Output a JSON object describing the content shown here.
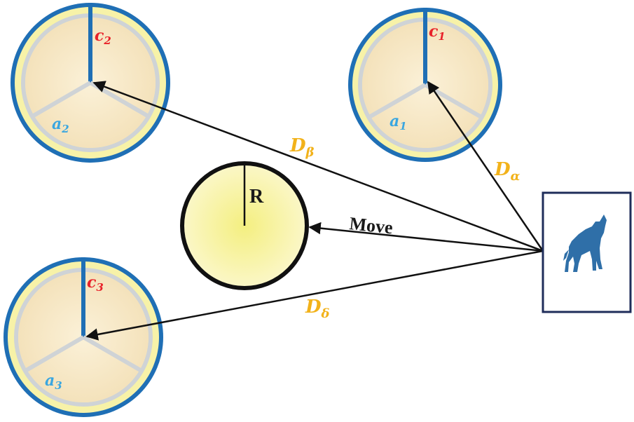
{
  "diagram": {
    "labels": {
      "c1": {
        "base": "c",
        "sub": "1"
      },
      "c2": {
        "base": "c",
        "sub": "2"
      },
      "c3": {
        "base": "c",
        "sub": "3"
      },
      "a1": {
        "base": "a",
        "sub": "1"
      },
      "a2": {
        "base": "a",
        "sub": "2"
      },
      "a3": {
        "base": "a",
        "sub": "3"
      },
      "d_alpha": {
        "base": "D",
        "sub": "α"
      },
      "d_beta": {
        "base": "D",
        "sub": "β"
      },
      "d_delta": {
        "base": "D",
        "sub": "δ"
      },
      "move": "Move",
      "radius": "R"
    },
    "icons": {
      "agent": "wolf-icon"
    },
    "colors": {
      "ring_blue": "#1f6fb5",
      "ring_gray": "#cfd3d6",
      "disc_fill": "#f7e7c3",
      "halo_yellow": "#f7f2a8",
      "c_label": "#e8222a",
      "a_label": "#3aa6e0",
      "d_label": "#f2b21a",
      "wolf": "#2f6fa8",
      "box_border": "#1f2d5a"
    }
  }
}
